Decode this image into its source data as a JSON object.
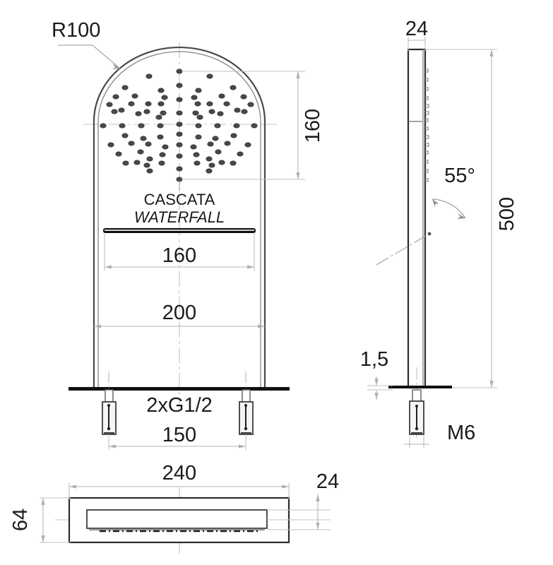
{
  "drawing": {
    "type": "technical-drawing",
    "title": "Shower panel head technical drawing",
    "views": [
      "front-view",
      "side-view",
      "bottom-view"
    ],
    "colors": {
      "outline": "#1a1a1a",
      "dimension": "#b4b4b4",
      "centerline": "#c8c8c8",
      "nozzle": "#4d4d4d",
      "text": "#1a1a1a",
      "background": "#ffffff"
    },
    "front_view": {
      "radius_callout": "R100",
      "spray_label_it": "CASCATA",
      "spray_label_en": "WATERFALL",
      "dim_height_spray": "160",
      "dim_waterfall_width": "160",
      "dim_panel_width": "200",
      "thread_callout": "2xG1/2",
      "dim_thread_spacing": "150"
    },
    "side_view": {
      "dim_thickness": "24",
      "angle_callout": "55°",
      "dim_length": "500",
      "dim_plate_thickness": "1,5",
      "screw_callout": "M6"
    },
    "bottom_view": {
      "dim_width": "240",
      "dim_depth": "64",
      "dim_height": "24"
    }
  }
}
